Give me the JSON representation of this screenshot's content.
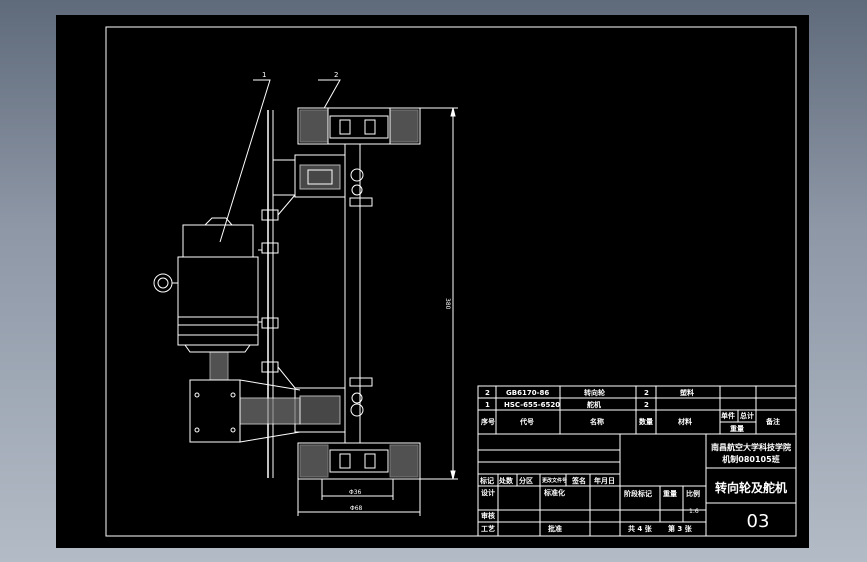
{
  "drawing": {
    "callouts": [
      "1",
      "2"
    ],
    "dims": {
      "height": "380",
      "inner_width": "Φ36",
      "outer_width": "Φ68"
    }
  },
  "bom": {
    "rows": [
      {
        "no": "2",
        "code": "GB6170-86",
        "name": "转向轮",
        "qty": "2",
        "material": "塑料"
      },
      {
        "no": "1",
        "code": "HSC-655-6520",
        "name": "舵机",
        "qty": "2",
        "material": ""
      }
    ],
    "header": {
      "no": "序号",
      "code": "代号",
      "name": "名称",
      "qty": "数量",
      "material": "材料",
      "unit_weight": "单件",
      "total_weight": "总计",
      "weight": "重量",
      "remark": "备注"
    }
  },
  "title_block": {
    "org_line1": "南昌航空大学科技学院",
    "org_line2": "机制080105班",
    "drawing_title": "转向轮及舵机",
    "drawing_number": "03",
    "rev_labels": [
      "标记",
      "处数",
      "分区",
      "更改文件号",
      "签名",
      "年月日"
    ],
    "design": "设计",
    "standardize": "标准化",
    "review": "审核",
    "process": "工艺",
    "approve": "批准",
    "stage_mark": "阶段标记",
    "weight": "重量",
    "scale": "比例",
    "scale_value": "1:6",
    "sheets_total": "共 4 张",
    "sheet_no": "第 3 张"
  },
  "colors": {
    "background": "#000000",
    "lines": "#ffffff",
    "frame_bg": "#6b7584"
  }
}
